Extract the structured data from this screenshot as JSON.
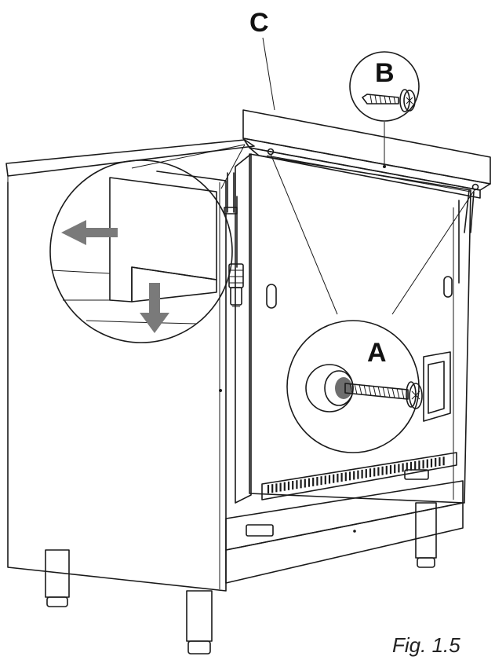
{
  "labels": {
    "a": "A",
    "b": "B",
    "c": "C"
  },
  "caption": "Fig. 1.5",
  "colors": {
    "line": "#1a1a1a",
    "callout_fill": "#ececec",
    "highlight": "#bdbdbd",
    "arrow": "#7a7a7a"
  }
}
